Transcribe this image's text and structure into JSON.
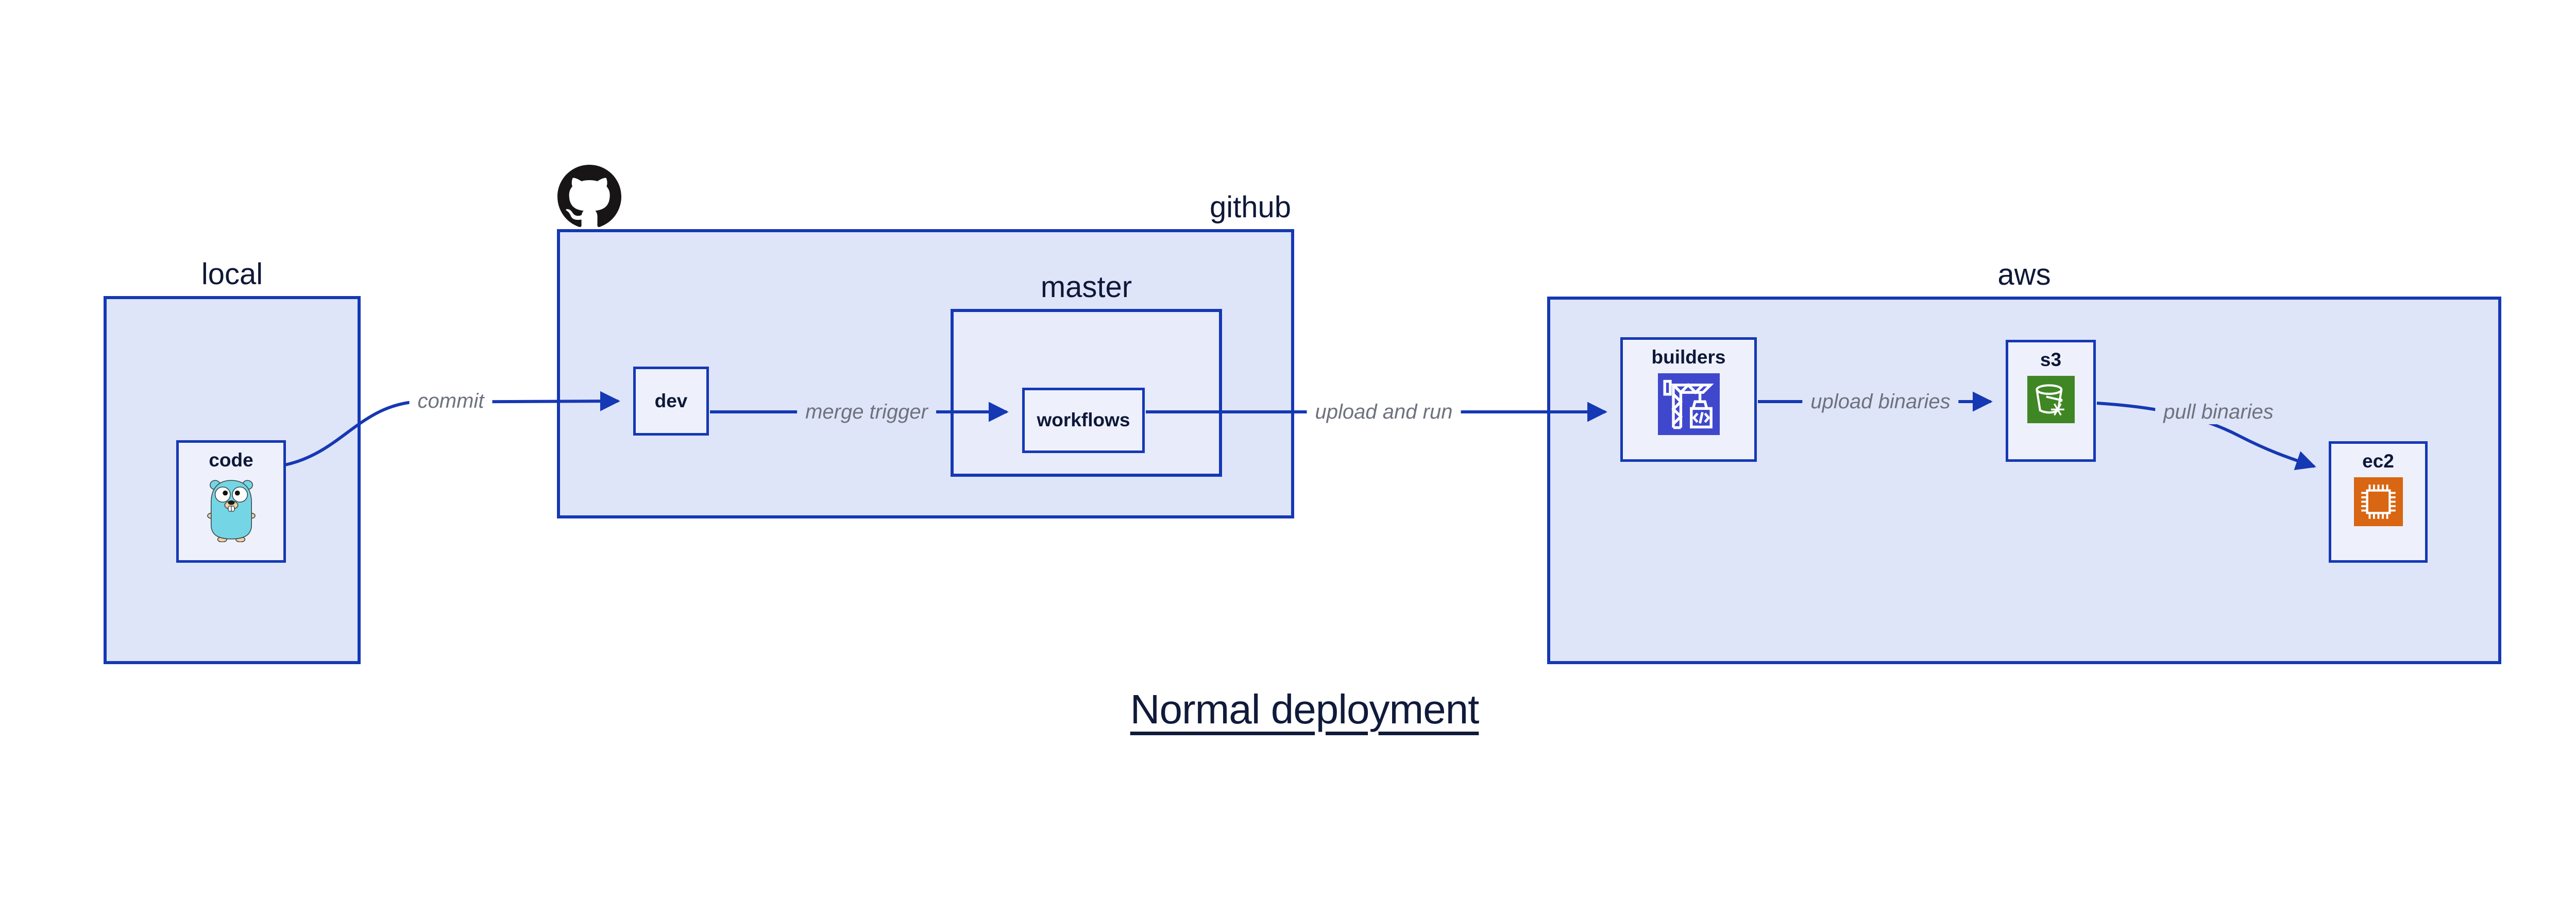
{
  "diagram": {
    "title": "Normal deployment",
    "containers": [
      {
        "id": "local",
        "label": "local"
      },
      {
        "id": "github",
        "label": "github"
      },
      {
        "id": "master",
        "label": "master"
      },
      {
        "id": "aws",
        "label": "aws"
      }
    ],
    "nodes": [
      {
        "id": "code",
        "label": "code",
        "icon": "go-gopher-icon"
      },
      {
        "id": "dev",
        "label": "dev",
        "icon": ""
      },
      {
        "id": "workflows",
        "label": "workflows",
        "icon": ""
      },
      {
        "id": "builders",
        "label": "builders",
        "icon": "codebuild-crane-icon"
      },
      {
        "id": "s3",
        "label": "s3",
        "icon": "s3-bucket-icon"
      },
      {
        "id": "ec2",
        "label": "ec2",
        "icon": "ec2-chip-icon"
      }
    ],
    "edges": [
      {
        "label": "commit",
        "from": "code",
        "to": "dev"
      },
      {
        "label": "merge trigger",
        "from": "dev",
        "to": "workflows"
      },
      {
        "label": "upload and run",
        "from": "workflows",
        "to": "builders"
      },
      {
        "label": "upload binaries",
        "from": "builders",
        "to": "s3"
      },
      {
        "label": "pull binaries",
        "from": "s3",
        "to": "ec2"
      }
    ],
    "colors": {
      "border_blue": "#1538b4",
      "container_fill": "#dfe5f8",
      "node_fill": "#eef1fc",
      "edge_label_gray": "#6e727e",
      "text_navy": "#0e1838",
      "codebuild_indigo": "#3F48CC",
      "s3_green": "#3F8624",
      "ec2_orange": "#D86613",
      "gopher_teal": "#74d6e4",
      "octocat_black": "#171515"
    }
  }
}
